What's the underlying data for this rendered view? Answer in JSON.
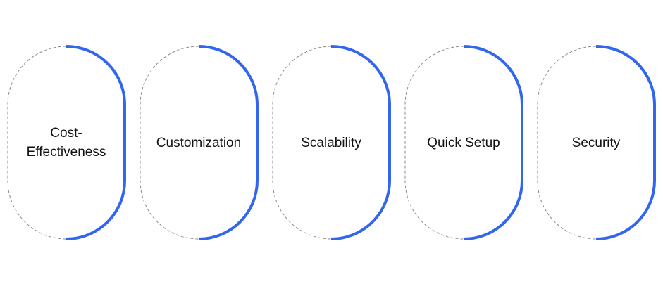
{
  "accent_color": "#3366ee",
  "outline_color": "#8a8a8a",
  "items": [
    {
      "label": "Cost-\nEffectiveness"
    },
    {
      "label": "Customization"
    },
    {
      "label": "Scalability"
    },
    {
      "label": "Quick Setup"
    },
    {
      "label": "Security"
    }
  ]
}
